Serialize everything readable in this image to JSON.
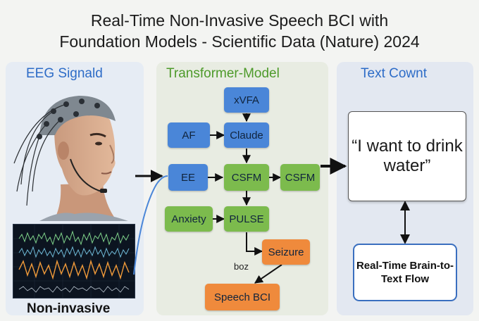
{
  "title": {
    "line1": "Real-Time Non-Invasive Speech BCI with",
    "line2": "Foundation Models - Scientific Data (Nature) 2024"
  },
  "left_panel": {
    "title": "EEG Signald",
    "caption": "Non-invasive"
  },
  "middle_panel": {
    "title": "Transformer-Model",
    "nodes": {
      "xvfa": "xVFA",
      "af": "AF",
      "claude": "Claude",
      "ee": "EE",
      "csfm1": "CSFM",
      "csfm2": "CSFM",
      "anxiety": "Anxiety",
      "pulse": "PULSE",
      "seizure": "Seizure",
      "speech_bci": "Speech BCI"
    },
    "edge_label": "boz"
  },
  "right_panel": {
    "title": "Text Cownt",
    "quote": "“I want to drink water”",
    "flow_box": "Real-Time Brain-to-Text Flow"
  },
  "colors": {
    "blue_node": "#4a86d8",
    "green_node": "#7cbb4d",
    "orange_node": "#ef8a3c",
    "title_blue": "#2d6cc7",
    "title_green": "#4d9a2a"
  }
}
